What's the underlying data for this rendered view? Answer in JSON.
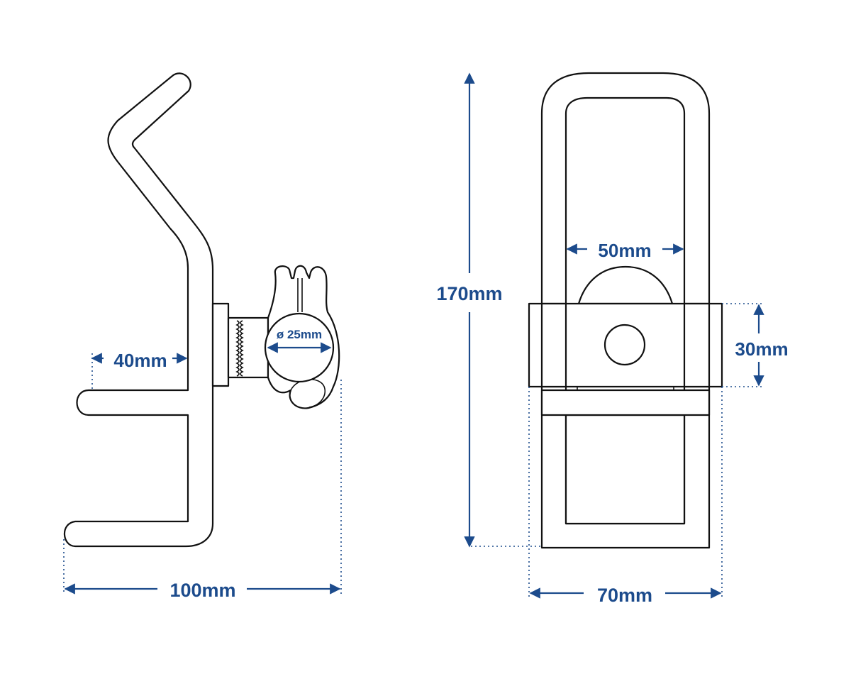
{
  "colors": {
    "accent": "#1c4b8c",
    "outline": "#111111",
    "background": "#ffffff"
  },
  "side_view": {
    "depth_label": "100mm",
    "hook_label": "40mm",
    "clamp_diameter_label": "ø 25mm"
  },
  "front_view": {
    "height_label": "170mm",
    "width_label": "70mm",
    "inner_width_label": "50mm",
    "plate_height_label": "30mm"
  }
}
